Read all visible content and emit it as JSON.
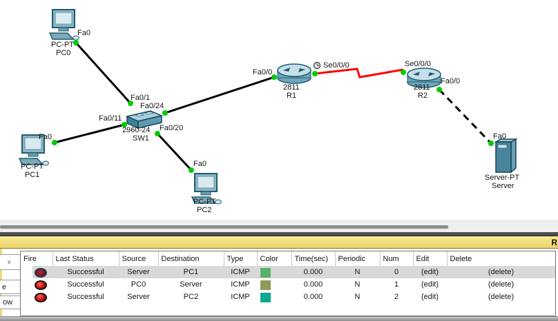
{
  "app": "Packet Tracer logical workspace with PDU list window",
  "colors": {
    "link_ethernet": "#000000",
    "link_serial_red": "#ff0000",
    "port_status_dot": "#00cc00",
    "selection_row": "#d9d9d9",
    "realtime_bar_yellow": "#f2dd7b"
  },
  "topology": {
    "labels": {
      "pc0_port": "Fa0",
      "pc0_model": "PC-PT",
      "pc0_name": "PC0",
      "sw_port1": "Fa0/1",
      "sw_port24": "Fa0/24",
      "sw_port11": "Fa0/11",
      "sw_port20": "Fa0/20",
      "sw_model": "2960-24",
      "sw_name": "SW1",
      "pc1_port": "Fa0",
      "pc1_model": "PC-PT",
      "pc1_name": "PC1",
      "pc2_port": "Fa0",
      "pc2_model": "PC-PT",
      "pc2_name": "PC2",
      "r1_fa": "Fa0/0",
      "r1_se": "Se0/0/0",
      "r1_model": "2811",
      "r1_name": "R1",
      "r2_se": "Se0/0/0",
      "r2_fa": "Fa0/0",
      "r2_model": "2811",
      "r2_name": "R2",
      "server_port": "Fa0",
      "server_model": "Server-PT",
      "server_name": "Server"
    }
  },
  "panel": {
    "realtime_label": "R",
    "scenario_controls": {
      "dropdown_chevron": "∨",
      "truncated_button_1": "e",
      "truncated_button_2": "ow"
    },
    "pdu_table": {
      "columns": [
        "Fire",
        "Last Status",
        "Source",
        "Destination",
        "Type",
        "Color",
        "Time(sec)",
        "Periodic",
        "Num",
        "Edit",
        "Delete"
      ],
      "rows": [
        {
          "last_status": "Successful",
          "source": "Server",
          "destination": "PC1",
          "type": "ICMP",
          "color": "#57b169",
          "time_sec": "0.000",
          "periodic": "N",
          "num": "0",
          "edit": "(edit)",
          "delete": "(delete)"
        },
        {
          "last_status": "Successful",
          "source": "PC0",
          "destination": "Server",
          "type": "ICMP",
          "color": "#8e9a55",
          "time_sec": "0.000",
          "periodic": "N",
          "num": "1",
          "edit": "(edit)",
          "delete": "(delete)"
        },
        {
          "last_status": "Successful",
          "source": "Server",
          "destination": "PC2",
          "type": "ICMP",
          "color": "#0ca98e",
          "time_sec": "0.000",
          "periodic": "N",
          "num": "2",
          "edit": "(edit)",
          "delete": "(delete)"
        }
      ]
    }
  }
}
